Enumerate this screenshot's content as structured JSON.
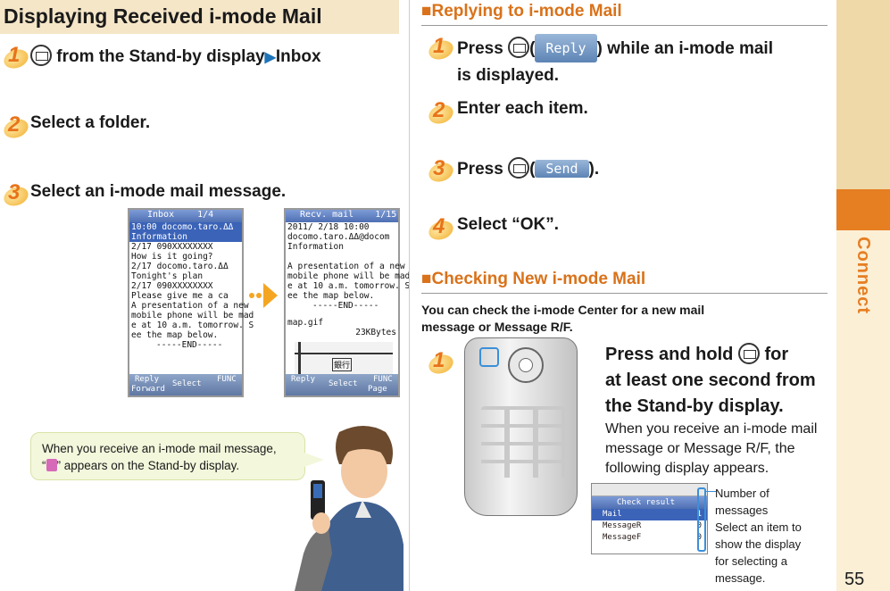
{
  "left": {
    "title": "Displaying Received i-mode Mail",
    "step1_text": "from the Stand-by display",
    "step1_inbox": "Inbox",
    "step2_text": "Select a folder.",
    "step3_text": "Select an i-mode mail message.",
    "screen1": {
      "header": "Inbox",
      "page": "1/4",
      "rows": [
        "10:00 docomo.taro.ΔΔ",
        "Information",
        "2/17 090XXXXXXXX",
        "How is it going?",
        "2/17 docomo.taro.ΔΔ",
        "Tonight's plan",
        "2/17 090XXXXXXXX",
        "Please give me a ca",
        "A presentation of a new",
        "mobile phone will be mad",
        "e at 10 a.m. tomorrow. S",
        "ee the map below.",
        "-----END-----"
      ],
      "foot_reply": "Reply",
      "foot_forward": "Forward",
      "foot_select": "Select",
      "foot_func": "FUNC"
    },
    "screen2": {
      "header": "Recv. mail",
      "page": "1/15",
      "rows": [
        "2011/ 2/18 10:00",
        "docomo.taro.ΔΔ@docom",
        "Information",
        "",
        "A presentation of a new",
        "mobile phone will be mad",
        "e at 10 a.m. tomorrow. S",
        "ee the map below.",
        "-----END-----"
      ],
      "attach_name": "map.gif",
      "attach_size": "23KBytes",
      "map_label": "銀行",
      "foot_reply": "Reply",
      "foot_select": "Select",
      "foot_func": "FUNC",
      "foot_page": "Page"
    },
    "bubble_line1": "When you receive an i-mode mail message,",
    "bubble_line2": "appears on the Stand-by display."
  },
  "right": {
    "reply_head": "■Replying to i-mode Mail",
    "r_step1_a": "Press",
    "r_step1_key": "Reply",
    "r_step1_b": ") while an i-mode mail",
    "r_step1_c": "is displayed.",
    "r_step2": "Enter each item.",
    "r_step3_a": "Press",
    "r_step3_key": "Send",
    "r_step4": "Select “OK”.",
    "check_head": "■Checking New i-mode Mail",
    "check_desc_1": "You can check the i-mode Center for a new mail",
    "check_desc_2": "message or Message R/F.",
    "c_step1_line1": "Press and hold",
    "c_step1_line1b": "for",
    "c_step1_line2": "at least one second from",
    "c_step1_line3": "the Stand-by display.",
    "c_body_1": "When you receive an i-mode mail",
    "c_body_2": "message or Message R/F, the",
    "c_body_3": "following display appears.",
    "mini": {
      "header": "Check result",
      "rows": [
        "Mail",
        "MessageR",
        "MessageF"
      ],
      "counts": [
        "1",
        "0",
        "0"
      ]
    },
    "callout_1": "Number of",
    "callout_2": "messages",
    "callout_3": "Select an item to",
    "callout_4": "show the display",
    "callout_5": "for selecting a",
    "callout_6": "message."
  },
  "side_tab": "Connect",
  "page_number": "55",
  "colors": {
    "accent": "#e67e22",
    "heading": "#d9721a",
    "title_bg": "#f5e6c8"
  }
}
